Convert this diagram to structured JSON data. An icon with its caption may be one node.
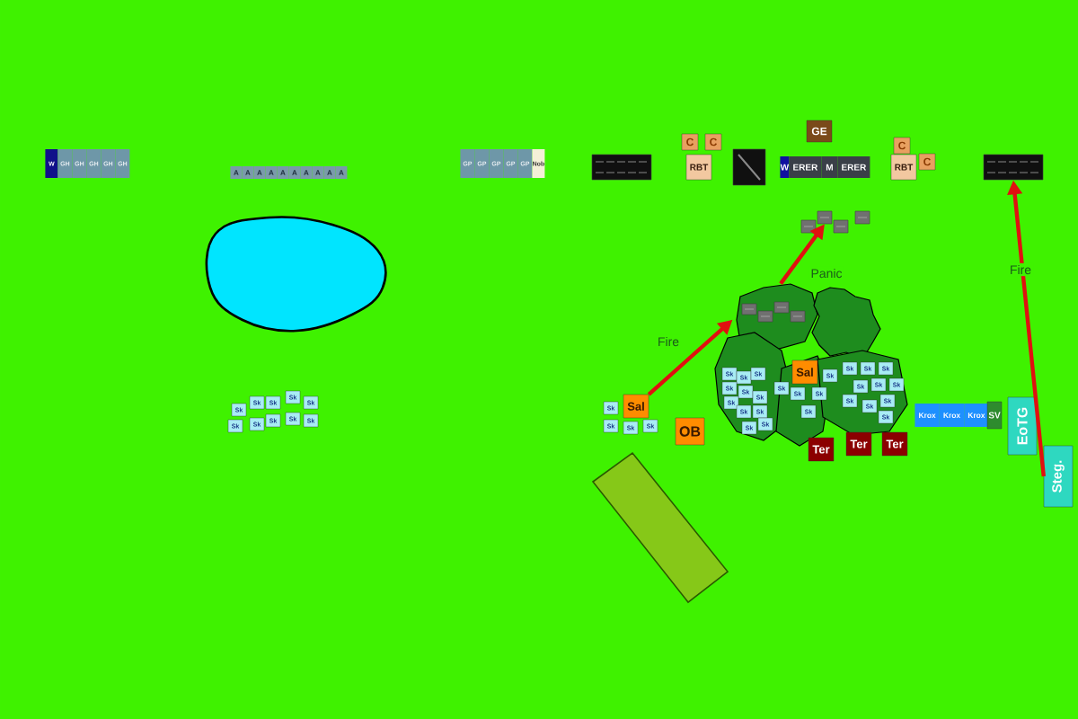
{
  "diagram": {
    "nodes": [
      {
        "text": [
          "W",
          "GH",
          "GH",
          "GH",
          "GH",
          "GH"
        ]
      },
      {
        "text": [
          "A",
          "A",
          "A",
          "A",
          "A",
          "A",
          "A",
          "A",
          "A",
          "A"
        ]
      },
      {
        "text": [
          "GP",
          "GP",
          "GP",
          "GP",
          "GP",
          "Nob"
        ]
      },
      {
        "text": [],
        "shape": "box"
      },
      {
        "text": [
          "C"
        ]
      },
      {
        "text": [
          "C"
        ]
      },
      {
        "text": [
          "RBT"
        ]
      },
      {
        "text": [],
        "shape": "box"
      },
      {
        "text": [
          "GE"
        ]
      },
      {
        "text": [
          "W",
          "ERER",
          "M",
          "ERER"
        ]
      },
      {
        "text": [
          "C"
        ]
      },
      {
        "text": [
          "RBT"
        ]
      },
      {
        "text": [
          "C"
        ]
      },
      {
        "text": [],
        "shape": "box"
      },
      {
        "text": [],
        "shape": "box"
      },
      {
        "text": [],
        "shape": "box"
      },
      {
        "text": [],
        "shape": "box"
      },
      {
        "text": [],
        "shape": "box"
      },
      {
        "text": [],
        "shape": "forest"
      },
      {
        "text": [],
        "shape": "box",
        "in": 18
      },
      {
        "text": [],
        "shape": "box",
        "in": 18
      },
      {
        "text": [],
        "shape": "box",
        "in": 18
      },
      {
        "text": [],
        "shape": "box",
        "in": 18
      },
      {
        "text": [
          "Sal"
        ],
        "in": 18
      },
      {
        "text": [
          "Sk"
        ],
        "in": 18
      },
      {
        "text": [
          "Sk"
        ],
        "in": 18
      },
      {
        "text": [
          "Sk"
        ],
        "in": 18
      },
      {
        "text": [
          "Sk"
        ],
        "in": 18
      },
      {
        "text": [
          "Sk"
        ],
        "in": 18
      },
      {
        "text": [
          "Sk"
        ],
        "in": 18
      },
      {
        "text": [
          "Sk"
        ],
        "in": 18
      },
      {
        "text": [
          "Sk"
        ],
        "in": 18
      },
      {
        "text": [
          "Sk"
        ],
        "in": 18
      },
      {
        "text": [
          "Sk"
        ],
        "in": 18
      },
      {
        "text": [
          "Sk"
        ],
        "in": 18
      },
      {
        "text": [
          "Sk"
        ],
        "in": 18
      },
      {
        "text": [
          "Sk"
        ],
        "in": 18
      },
      {
        "text": [
          "Sk"
        ],
        "in": 18
      },
      {
        "text": [
          "Sk"
        ],
        "in": 18
      },
      {
        "text": [
          "Sk"
        ],
        "in": 18
      },
      {
        "text": [
          "Sk"
        ],
        "in": 18
      },
      {
        "text": [
          "Sk"
        ],
        "in": 18
      },
      {
        "text": [
          "Sk"
        ],
        "in": 18
      },
      {
        "text": [
          "Sk"
        ],
        "in": 18
      },
      {
        "text": [
          "Sk"
        ],
        "in": 18
      },
      {
        "text": [
          "Sk"
        ],
        "in": 18
      },
      {
        "text": [
          "Sk"
        ],
        "in": 18
      },
      {
        "text": [
          "Sk"
        ],
        "in": 18
      },
      {
        "text": [
          "Sk"
        ],
        "in": 18
      },
      {
        "text": [
          "Sk"
        ],
        "in": 18
      },
      {
        "text": [
          "Sk"
        ]
      },
      {
        "text": [
          "Sk"
        ]
      },
      {
        "text": [
          "Sk"
        ]
      },
      {
        "text": [
          "Sk"
        ]
      },
      {
        "text": [
          "Sk"
        ]
      },
      {
        "text": [
          "Sk"
        ]
      },
      {
        "text": [
          "Sk"
        ]
      },
      {
        "text": [
          "Sk"
        ]
      },
      {
        "text": [
          "Sk"
        ]
      },
      {
        "text": [
          "Sk"
        ]
      },
      {
        "text": [
          "Sal"
        ]
      },
      {
        "text": [
          "Sk"
        ]
      },
      {
        "text": [
          "Sk"
        ]
      },
      {
        "text": [
          "Sk"
        ]
      },
      {
        "text": [
          "Sk"
        ]
      },
      {
        "text": [
          "OB"
        ]
      },
      {
        "text": [
          "Ter"
        ]
      },
      {
        "text": [
          "Ter"
        ]
      },
      {
        "text": [
          "Ter"
        ]
      },
      {
        "text": [
          "Krox",
          "Krox",
          "Krox"
        ]
      },
      {
        "text": [
          "SV"
        ]
      },
      {
        "text": [
          "EoTG"
        ]
      },
      {
        "text": [
          "Steg."
        ]
      }
    ],
    "edges": [
      {
        "from": 60,
        "to": 18,
        "arrow": "to",
        "label": "Fire"
      },
      {
        "from": 18,
        "to": 15,
        "arrow": "to",
        "label": "Panic"
      },
      {
        "from": 72,
        "to": 13,
        "arrow": "to",
        "label": "Fire"
      }
    ]
  }
}
